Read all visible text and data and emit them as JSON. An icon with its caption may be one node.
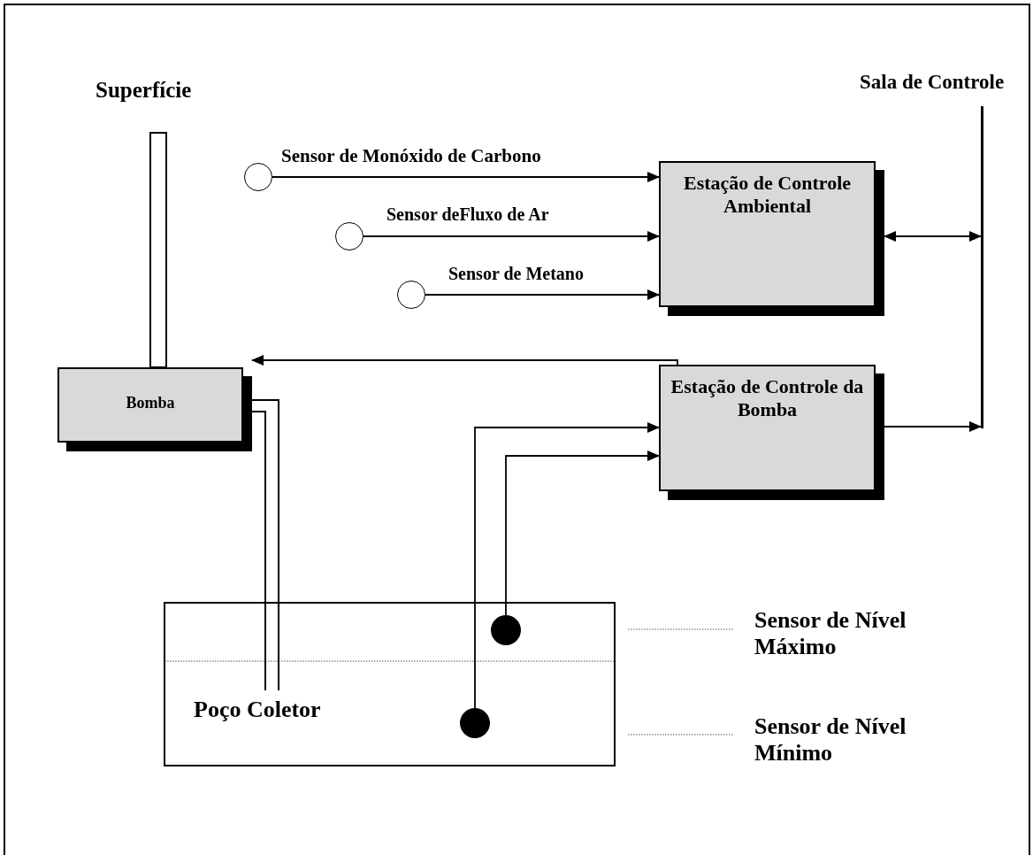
{
  "diagram": {
    "nodes": [
      {
        "text": [],
        "shape": "circle"
      },
      {
        "text": [],
        "shape": "circle"
      },
      {
        "text": [],
        "shape": "circle"
      },
      {
        "text": [
          "Estação de Controle Ambiental"
        ]
      },
      {
        "text": [],
        "shape": "bar"
      },
      {
        "text": [
          "Bomba"
        ]
      },
      {
        "text": [
          "Estação de Controle da Bomba"
        ]
      },
      {
        "text": [
          "Poço Coletor"
        ]
      },
      {
        "text": [],
        "shape": "circle",
        "in": 7
      },
      {
        "text": [],
        "shape": "circle",
        "in": 7
      }
    ],
    "edges": [
      {
        "from": 0,
        "to": 3,
        "arrow": "to",
        "label": "Sensor de Monóxido de Carbono"
      },
      {
        "from": 1,
        "to": 3,
        "arrow": "to",
        "label": "Sensor deFluxo de Ar"
      },
      {
        "from": 2,
        "to": 3,
        "arrow": "to",
        "label": "Sensor de Metano"
      },
      {
        "from": 3,
        "to": 4,
        "arrow": "both"
      },
      {
        "from": 6,
        "to": 5,
        "arrow": "to"
      },
      {
        "from": 6,
        "to": 4,
        "arrow": "to"
      },
      {
        "from": 9,
        "to": 6,
        "arrow": "to"
      },
      {
        "from": 8,
        "to": 6,
        "arrow": "to"
      }
    ],
    "labels": [
      "Superfície",
      "Sala de Controle",
      "Sensor de Nível Máximo",
      "Sensor de Nível Mínimo"
    ]
  }
}
